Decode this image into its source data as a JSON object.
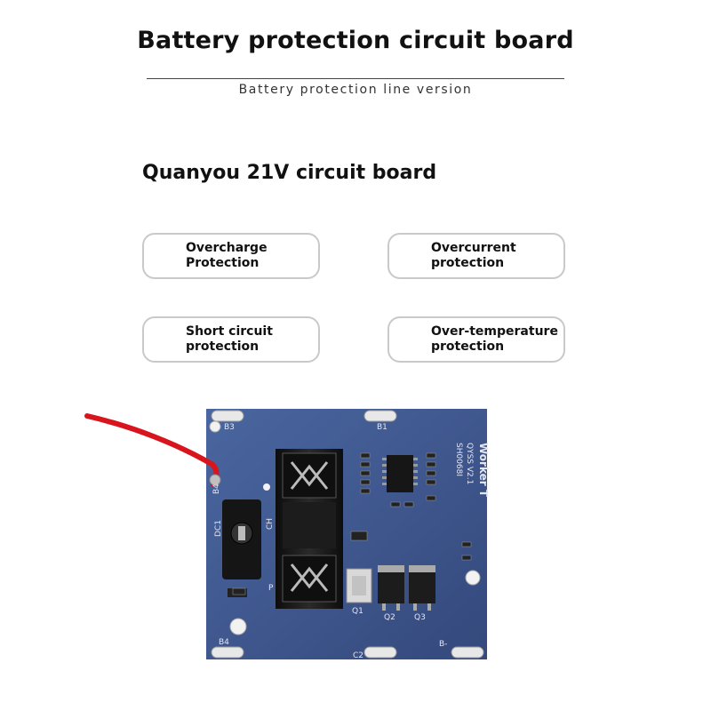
{
  "header": {
    "title": "Battery protection circuit board",
    "subtitle": "Battery protection line version"
  },
  "product_name": "Quanyou 21V circuit board",
  "features": [
    "Overcharge\nProtection",
    "Overcurrent\nprotection",
    "Short circuit\nprotection",
    "Over-temperature\nprotection"
  ],
  "board_silkscreen": {
    "brand": "Worker T",
    "model": "QYSS V2.1",
    "code": "SH0068I",
    "labels": [
      "B3",
      "B1",
      "B4",
      "B4",
      "C2",
      "B-",
      "DC1",
      "CH",
      "P",
      "Q1",
      "Q2",
      "Q3"
    ]
  },
  "colors": {
    "board": "#3f5a92",
    "wire": "#d8141c",
    "connector": "#1a1a1a"
  }
}
